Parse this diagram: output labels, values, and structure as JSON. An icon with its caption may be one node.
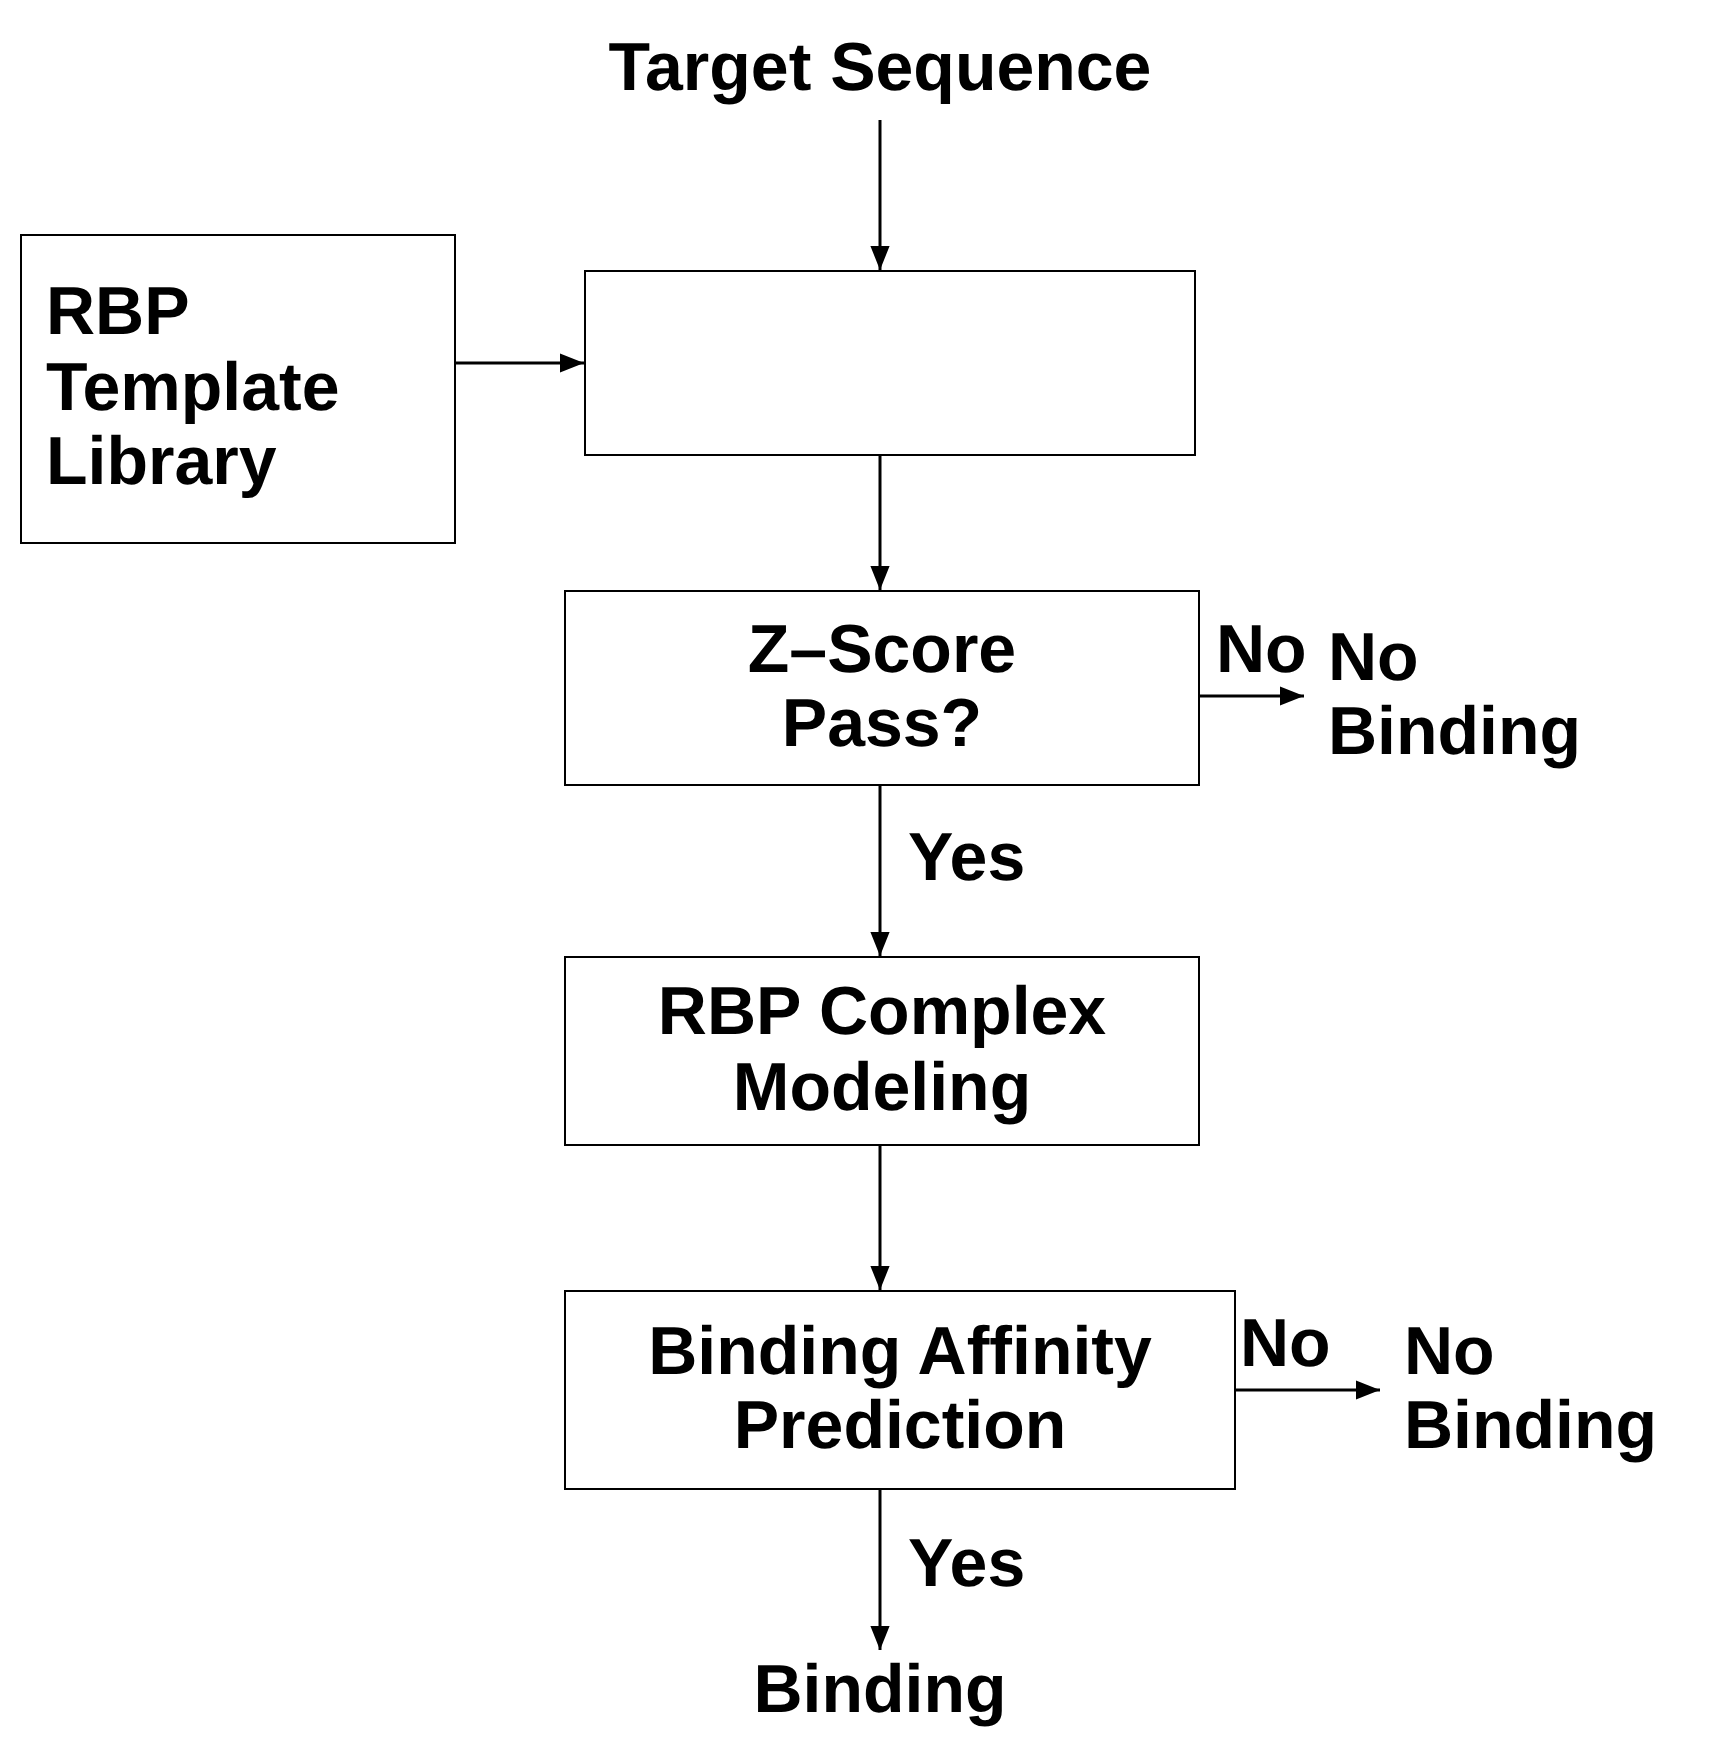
{
  "diagram": {
    "nodes": [
      {
        "text": [
          "Target Sequence"
        ]
      },
      {
        "text": [
          "RBP Template Library"
        ]
      },
      {
        "text": [],
        "shape": "box"
      },
      {
        "text": [
          "Z–Score Pass?"
        ]
      },
      {
        "text": [
          "No Binding"
        ]
      },
      {
        "text": [
          "RBP Complex Modeling"
        ]
      },
      {
        "text": [
          "Binding Affinity Prediction"
        ]
      },
      {
        "text": [
          "No Binding"
        ]
      },
      {
        "text": [
          "Binding"
        ]
      }
    ],
    "edges": [
      {
        "from": 0,
        "to": 2,
        "arrow": "to"
      },
      {
        "from": 1,
        "to": 2,
        "arrow": "to"
      },
      {
        "from": 2,
        "to": 3,
        "arrow": "to"
      },
      {
        "from": 3,
        "to": 4,
        "arrow": "to",
        "label": "No"
      },
      {
        "from": 3,
        "to": 5,
        "arrow": "to",
        "label": "Yes"
      },
      {
        "from": 5,
        "to": 6,
        "arrow": "to"
      },
      {
        "from": 6,
        "to": 7,
        "arrow": "to",
        "label": "No"
      },
      {
        "from": 6,
        "to": 8,
        "arrow": "to",
        "label": "Yes"
      }
    ]
  }
}
